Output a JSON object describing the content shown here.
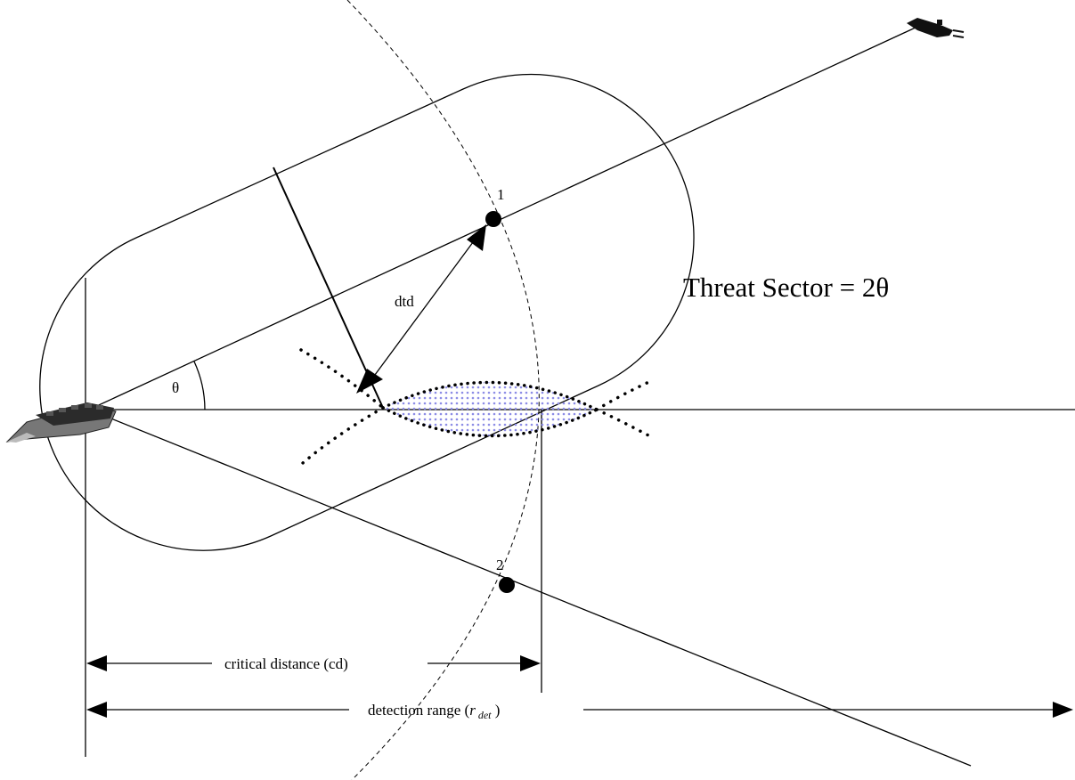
{
  "labels": {
    "point_1": "1",
    "point_2": "2",
    "dtd": "dtd",
    "theta": "θ",
    "threat_sector": "Threat Sector = 2θ",
    "critical_distance": "critical distance (cd)",
    "detection_range_prefix": "detection range (",
    "detection_range_var": "r",
    "detection_range_sub": "det",
    "detection_range_suffix": " )"
  },
  "icons": {
    "own_ship": "ship-icon",
    "threat": "torpedo-icon"
  },
  "colors": {
    "stroke": "#000000",
    "overlap_fill": "#9a9ae8"
  }
}
